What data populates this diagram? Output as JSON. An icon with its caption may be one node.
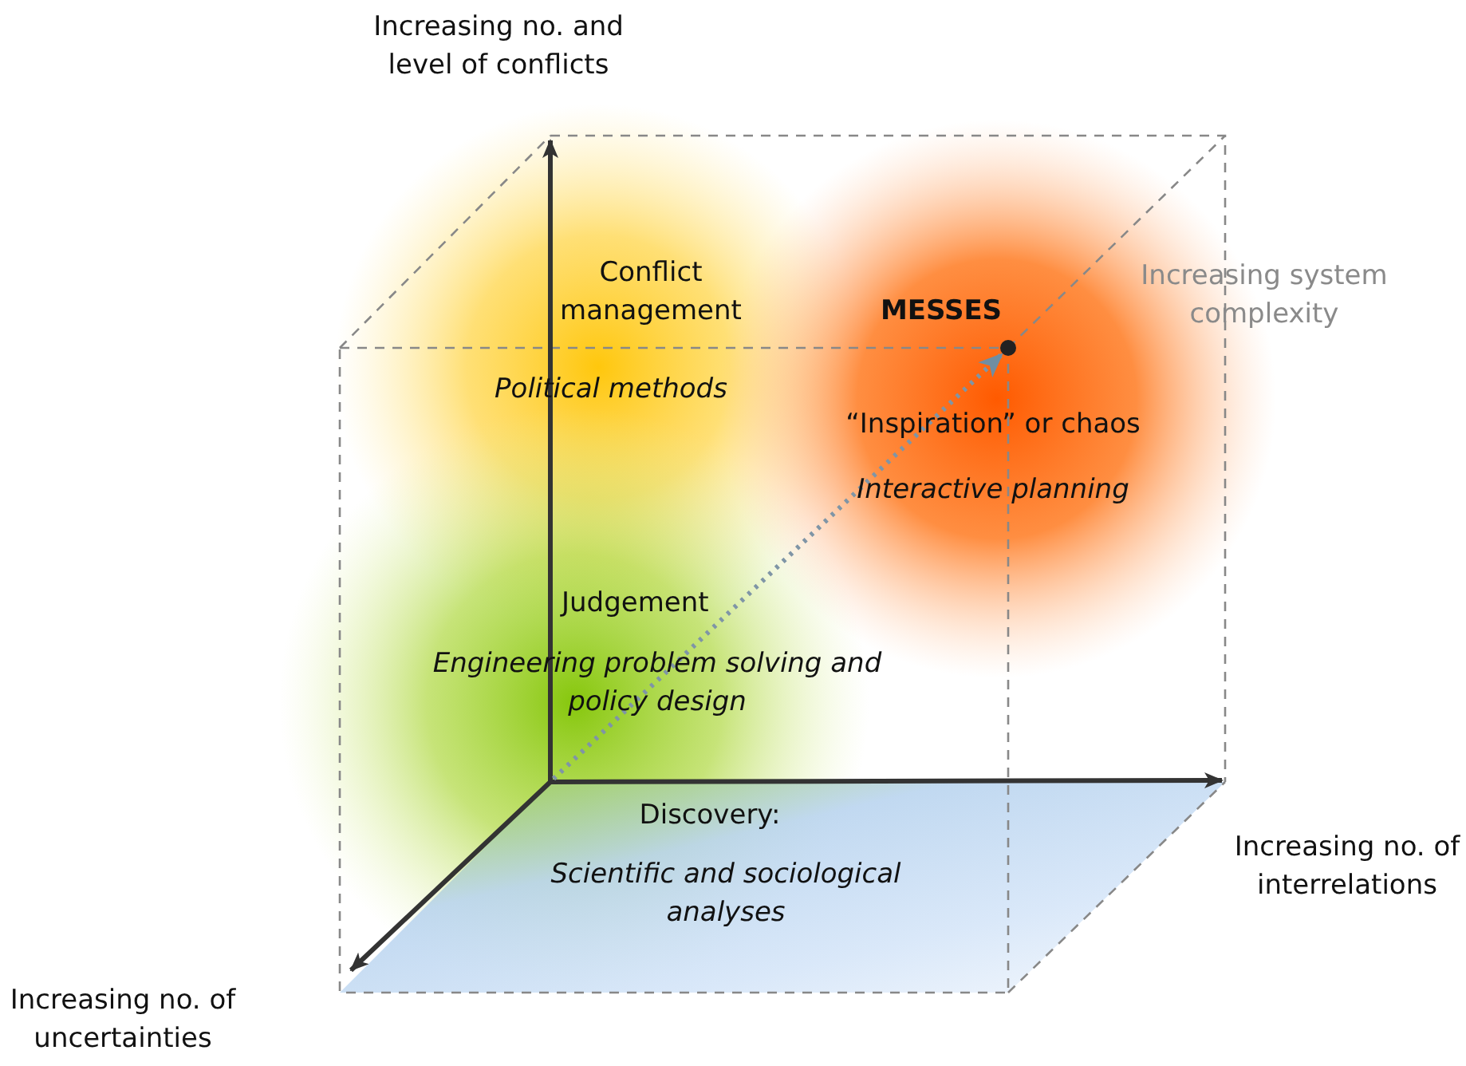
{
  "diagram": {
    "labels": [
      "Increasing no. and level of conflicts",
      "Conflict management",
      "MESSES",
      "Increasing system complexity",
      "Political methods",
      "“Inspiration” or chaos",
      "Interactive planning",
      "Judgement",
      "Engineering problem solving and policy design",
      "Discovery:",
      "Increasing no. of interrelations",
      "Scientific and sociological analyses",
      "Increasing no. of uncertainties"
    ]
  }
}
